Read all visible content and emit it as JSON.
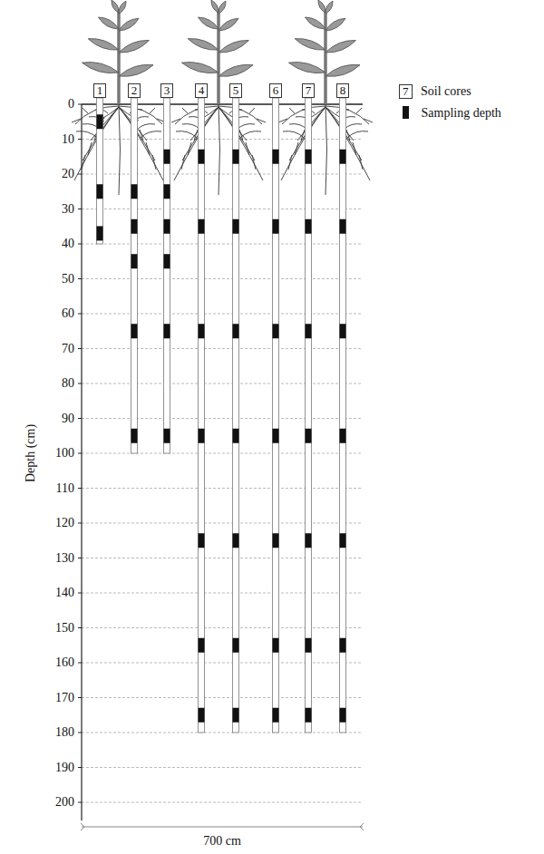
{
  "diagram": {
    "nodes": [
      {
        "text": [
          "1"
        ]
      },
      {
        "text": [
          "2"
        ]
      },
      {
        "text": [
          "3"
        ]
      },
      {
        "text": [
          "4"
        ]
      },
      {
        "text": [
          "5"
        ]
      },
      {
        "text": [
          "6"
        ]
      },
      {
        "text": [
          "7"
        ]
      },
      {
        "text": [
          "8"
        ]
      }
    ],
    "labels": [
      "0",
      "10",
      "20",
      "30",
      "40",
      "50",
      "60",
      "70",
      "80",
      "90",
      "100",
      "110",
      "120",
      "130",
      "140",
      "150",
      "160",
      "170",
      "180",
      "190",
      "200",
      "Depth (cm)",
      "700 cm",
      "7"
    ],
    "legend": [
      {
        "text": "Soil cores"
      },
      {
        "text": "Sampling depth"
      }
    ]
  }
}
